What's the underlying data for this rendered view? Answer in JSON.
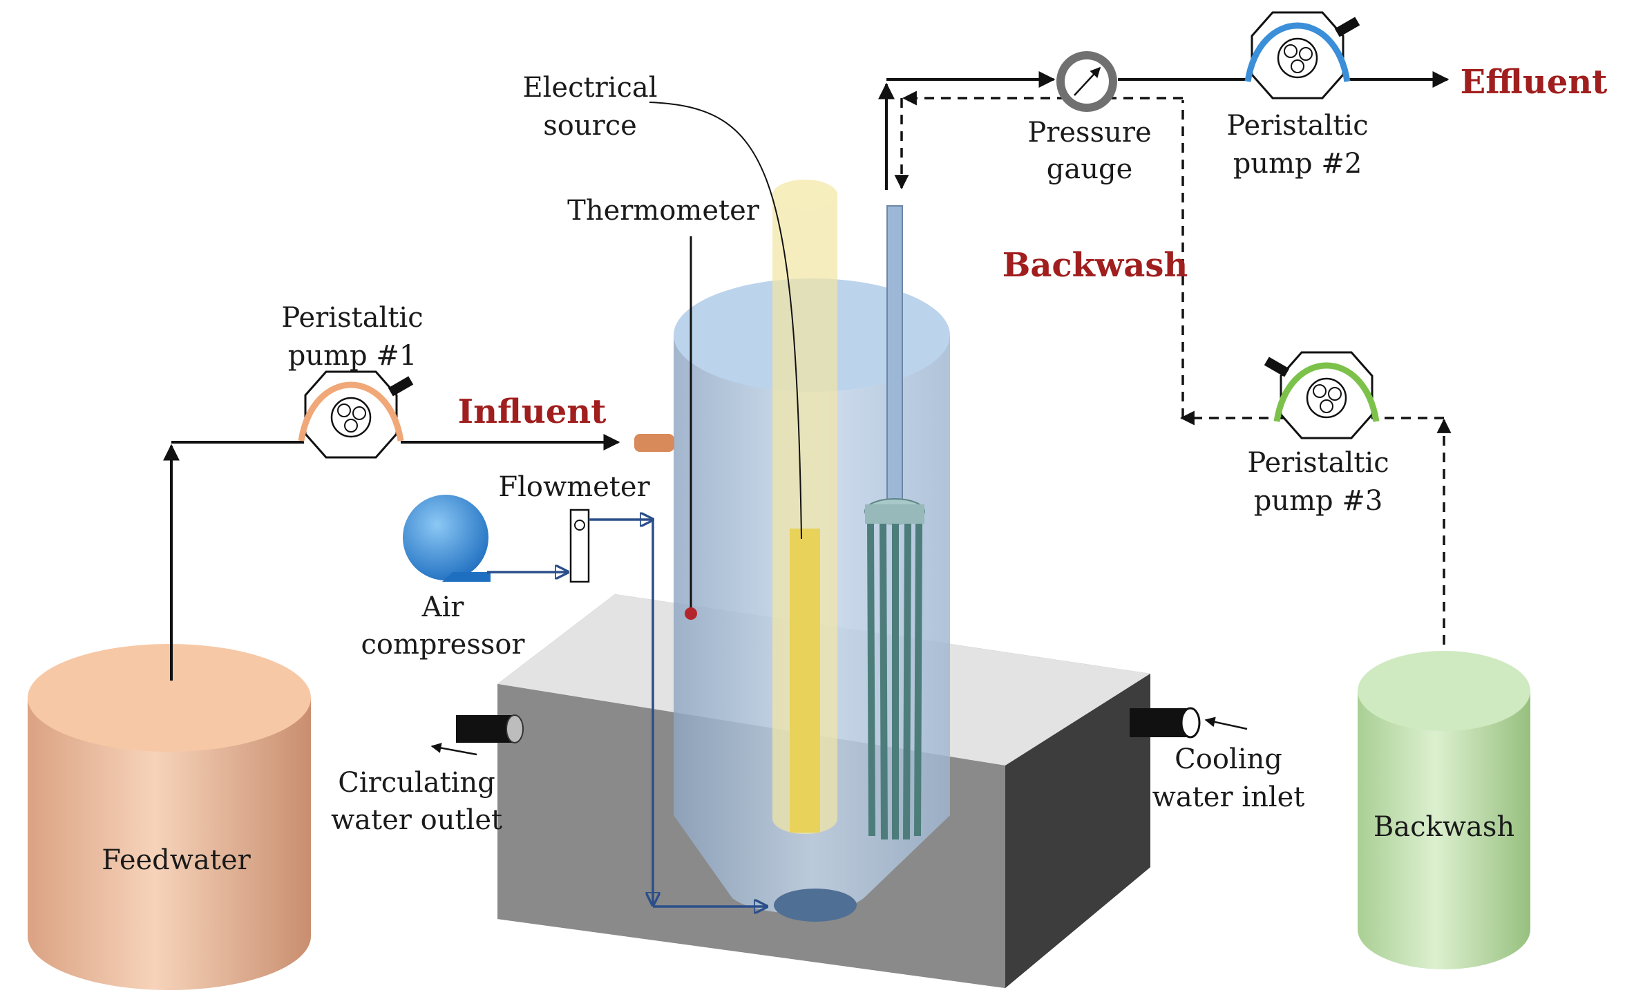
{
  "labels": {
    "electrical_source_1": "Electrical",
    "electrical_source_2": "source",
    "thermometer": "Thermometer",
    "peristaltic_pump_1_line1": "Peristaltic",
    "peristaltic_pump_1_line2": "pump #1",
    "peristaltic_pump_2_line1": "Peristaltic",
    "peristaltic_pump_2_line2": "pump #2",
    "peristaltic_pump_3_line1": "Peristaltic",
    "peristaltic_pump_3_line2": "pump #3",
    "pressure_gauge_line1": "Pressure",
    "pressure_gauge_line2": "gauge",
    "flowmeter": "Flowmeter",
    "air_compressor_line1": "Air",
    "air_compressor_line2": "compressor",
    "circulating_outlet_line1": "Circulating",
    "circulating_outlet_line2": "water outlet",
    "cooling_inlet_line1": "Cooling",
    "cooling_inlet_line2": "water inlet",
    "feedwater": "Feedwater",
    "backwash_tank": "Backwash"
  },
  "flow_labels": {
    "influent": "Influent",
    "effluent": "Effluent",
    "backwash": "Backwash"
  },
  "colors": {
    "flow_label_red": "#a01e1e",
    "feedwater_tank": "#f3c2a3",
    "backwash_tank": "#c9e6b6",
    "reactor_blue": "#b9cfe6",
    "air_line": "#2b4f8a",
    "pump1_tube": "#f0a878",
    "pump2_tube": "#3b8fd8",
    "pump3_tube": "#7cc24a"
  }
}
